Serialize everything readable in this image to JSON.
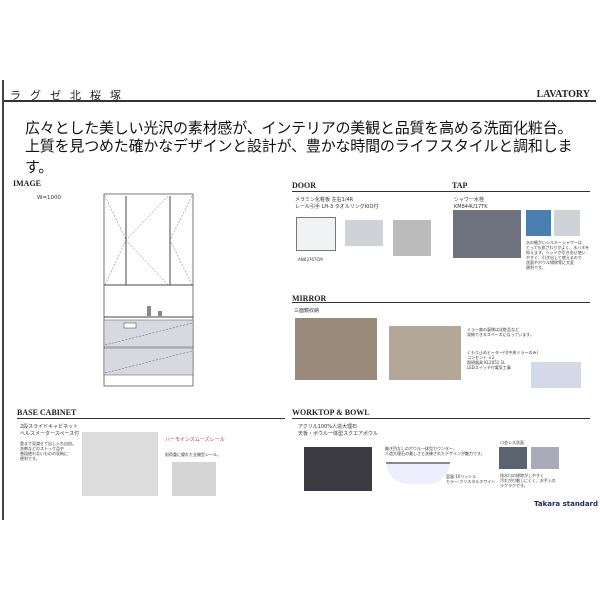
{
  "header": {
    "title": "ラグゼ北桜塚",
    "category": "LAVATORY"
  },
  "lead": [
    "広々とした美しい光沢の素材感が、インテリアの美観と品質を高める洗面化粧台。",
    "上質を見つめた確かなデザインと設計が、豊かな時間のライフスタイルと調和します。"
  ],
  "image": {
    "heading": "IMAGE",
    "width_label": "W=1000"
  },
  "door": {
    "heading": "DOOR",
    "desc": "メラミン化粧板 左右1/4R\nレール引手 LH-3 タオルリングKIO付",
    "code": "AN03767CM"
  },
  "tap": {
    "heading": "TAP",
    "desc": "シャワー水栓\nKM844U17TK",
    "note": "水の細かいシルキーシャワーは\nとっても肌ざわりがよく、水ハネを\n抑えます。ヘッドが引き出せ使い\nやすく、引き出して使えるので\n洗面やボウル掃除等に大変\n便利です。"
  },
  "mirror": {
    "heading": "MIRROR",
    "sub": "三面鏡収納",
    "note1": "ミラー扉の裏側は化粧品など\n収納できるスペースになっています。",
    "note2": "くもり止めヒーター付(中央ミラーのみ)\nコンセント ×2\n照明器具 KL2051 1L\nLEDスイッチ付電気工事"
  },
  "base": {
    "heading": "BASE CABINET",
    "title": "2段スライドキャビネット\nヘルスメータースペース付",
    "desc": "奥まで見渡せて出し入れ自由。\n洗剤などのストック品や\n普段使わないものの収納に\n便利です。",
    "rail_label": "ハーモインスムーズレール",
    "rail_desc": "耐荷重に優れた全開型レール。"
  },
  "worktop": {
    "heading": "WORKTOP & BOWL",
    "desc": "アクリル100%人造大理石\n天板・ボウル一体型スクエアボウル",
    "bowl_note": "継ぎ目なしのボウル一体型カウンター。\n人造大理石の美しさと洗練されたデザインが魅力です。",
    "spec": "容量:10リットル\nカラー:クリスタルホワイト",
    "drain_label": "ロ金レス洗面",
    "drain_note": "排水口の掃除がしやすく\n汚れが付着しにくく、お手入れ\nラクラクです。"
  },
  "logo": "Takara standard"
}
